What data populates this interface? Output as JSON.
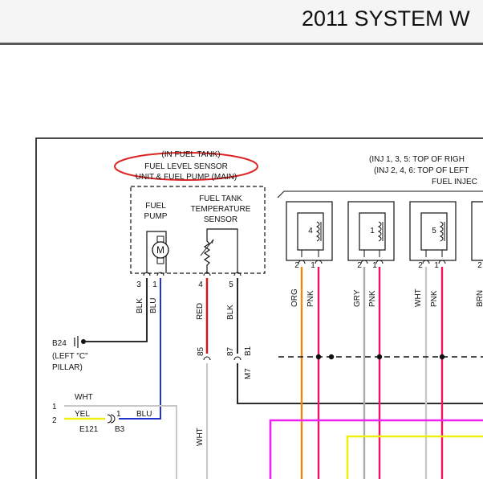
{
  "header": {
    "title": "2011 SYSTEM W"
  },
  "colors": {
    "black": "#111111",
    "blue": "#2233cc",
    "red": "#dd1111",
    "pink": "#ee1166",
    "orange": "#ee8811",
    "gray": "#aaaaaa",
    "white_wire": "#c8c8c8",
    "magenta": "#ee22ee",
    "yellow": "#eeee11",
    "highlight": "#dd2222"
  },
  "unit": {
    "line1": "(IN FUEL TANK)",
    "line2": "FUEL LEVEL SENSOR",
    "line3": "UNIT & FUEL PUMP (MAIN)",
    "fuel_pump": [
      "FUEL",
      "PUMP"
    ],
    "motor_symbol": "M",
    "temp_sensor": [
      "FUEL TANK",
      "TEMPERATURE",
      "SENSOR"
    ]
  },
  "injector_note": {
    "line1": "(INJ 1, 3, 5: TOP OF RIGH",
    "line2": "(INJ 2, 4, 6: TOP OF LEFT",
    "line3": "FUEL INJEC"
  },
  "injectors": [
    {
      "number": "4",
      "pins": [
        "2",
        "1"
      ],
      "wires": [
        "ORG",
        "PNK"
      ]
    },
    {
      "number": "1",
      "pins": [
        "2",
        "1"
      ],
      "wires": [
        "GRY",
        "PNK"
      ]
    },
    {
      "number": "5",
      "pins": [
        "2",
        "1"
      ],
      "wires": [
        "WHT",
        "PNK"
      ]
    },
    {
      "number": "",
      "pins": [
        "2"
      ],
      "wires": [
        "BRN"
      ]
    }
  ],
  "pump_pins": [
    "3",
    "1"
  ],
  "sensor_pins": [
    "4",
    "5"
  ],
  "pump_wires": [
    "BLK",
    "BLU"
  ],
  "sensor_wires": [
    "RED",
    "BLK"
  ],
  "ground": {
    "id": "B24",
    "line2": "(LEFT \"C\"",
    "line3": "PILLAR)"
  },
  "m7": {
    "pins": [
      "85",
      "87"
    ],
    "connector": "B1",
    "id": "M7"
  },
  "e121": {
    "id": "E121",
    "connector": "B3",
    "pin": "1",
    "rows": [
      {
        "num": "1",
        "wire": "WHT"
      },
      {
        "num": "2",
        "wire": "YEL"
      }
    ],
    "out_wire": "BLU"
  },
  "lower_wire": "WHT"
}
